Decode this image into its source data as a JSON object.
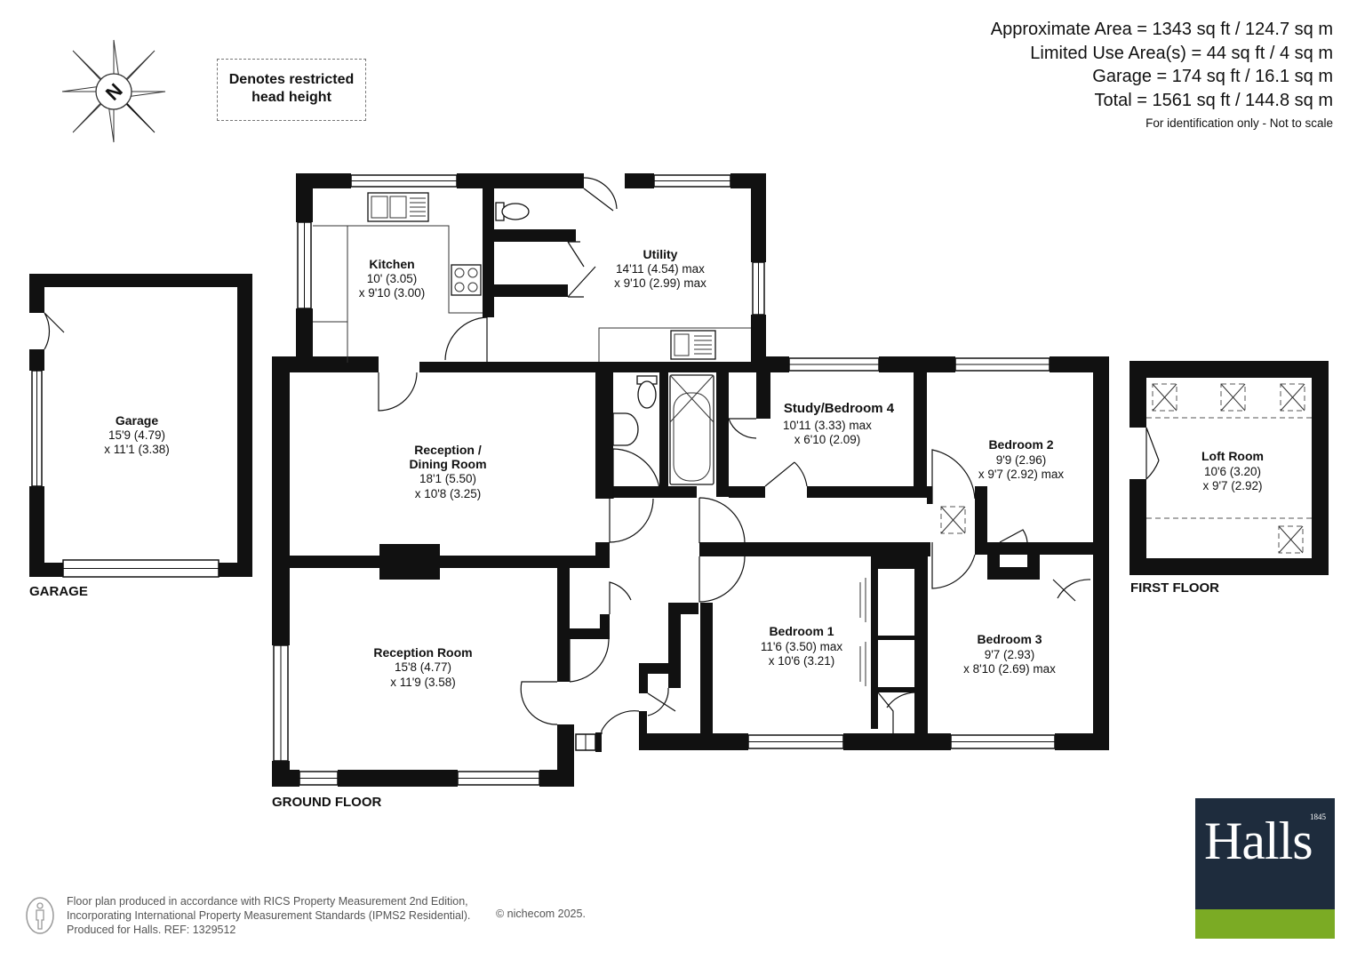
{
  "areas": {
    "approximate": "Approximate Area = 1343 sq ft / 124.7 sq m",
    "limited_use": "Limited Use Area(s) = 44 sq ft / 4 sq m",
    "garage": "Garage = 174 sq ft / 16.1 sq m",
    "total": "Total = 1561 sq ft / 144.8 sq m",
    "note": "For identification only - Not to scale"
  },
  "legend": {
    "restricted_line1": "Denotes restricted",
    "restricted_line2": "head height",
    "compass_letter": "N"
  },
  "floors": {
    "garage": "GARAGE",
    "ground": "GROUND FLOOR",
    "first": "FIRST FLOOR"
  },
  "rooms": {
    "garage": {
      "name": "Garage",
      "dim1": "15'9 (4.79)",
      "dim2": "x 11'1 (3.38)"
    },
    "kitchen": {
      "name": "Kitchen",
      "dim1": "10' (3.05)",
      "dim2": "x 9'10 (3.00)"
    },
    "utility": {
      "name": "Utility",
      "dim1": "14'11 (4.54) max",
      "dim2": "x 9'10 (2.99) max"
    },
    "reception_dining": {
      "name1": "Reception /",
      "name2": "Dining Room",
      "dim1": "18'1 (5.50)",
      "dim2": "x 10'8 (3.25)"
    },
    "study": {
      "name": "Study/Bedroom 4",
      "dim1": "10'11 (3.33) max",
      "dim2": "x 6'10 (2.09)"
    },
    "bedroom2": {
      "name": "Bedroom 2",
      "dim1": "9'9 (2.96)",
      "dim2": "x 9'7 (2.92) max"
    },
    "loft": {
      "name": "Loft Room",
      "dim1": "10'6 (3.20)",
      "dim2": "x 9'7 (2.92)"
    },
    "reception": {
      "name": "Reception Room",
      "dim1": "15'8 (4.77)",
      "dim2": "x 11'9 (3.58)"
    },
    "bedroom1": {
      "name": "Bedroom 1",
      "dim1": "11'6 (3.50) max",
      "dim2": "x 10'6 (3.21)"
    },
    "bedroom3": {
      "name": "Bedroom 3",
      "dim1": "9'7 (2.93)",
      "dim2": "x 8'10 (2.69) max"
    }
  },
  "footer": {
    "line1": "Floor plan produced in accordance with RICS Property Measurement 2nd Edition,",
    "line2": "Incorporating International Property Measurement Standards (IPMS2 Residential).",
    "line3": "Produced for Halls.   REF: 1329512",
    "copyright": "© nichecom 2025."
  },
  "logo": {
    "name": "Halls",
    "year": "1845"
  },
  "colors": {
    "logo_navy": "#1e2c3d",
    "logo_green": "#7bab24",
    "wall": "#111111"
  },
  "icons": [
    "compass-icon",
    "person-scale-icon"
  ]
}
